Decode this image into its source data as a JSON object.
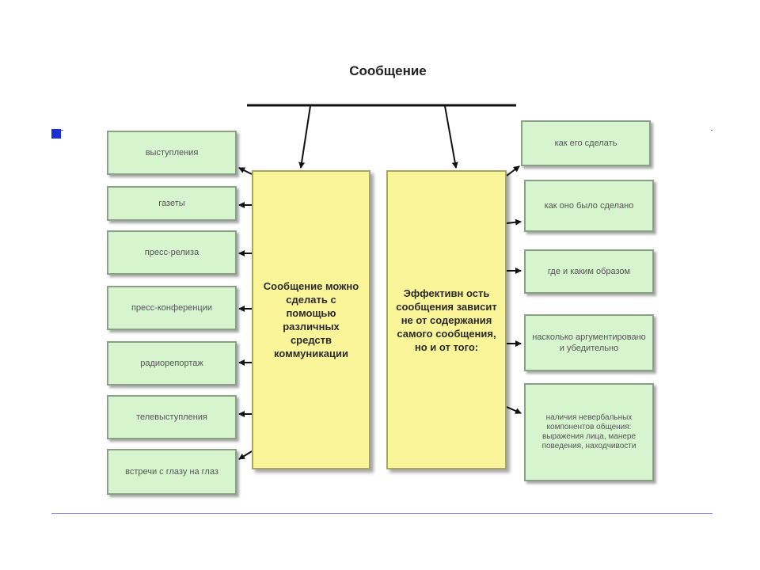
{
  "title": "Сообщение",
  "center_left": "Сообщение можно сделать с помощью различных средств коммуникации",
  "center_right": "Эффективн ость сообщения зависит не от содержания самого сообщения, но и от того:",
  "left_items": [
    "выступления",
    "газеты",
    "пресс-релиза",
    "пресс-конференции",
    "радиорепортаж",
    "телевыступления",
    "встречи с глазу на глаз"
  ],
  "right_items": [
    "как его сделать",
    "как оно было сделано",
    "где и каким образом",
    "насколько аргументировано и убедительно",
    "наличия невербальных компонентов общения: выражения лица, манере поведения, находчивости"
  ],
  "colors": {
    "box_green": "#d6f5cf",
    "box_yellow": "#fbf59a",
    "accent_blue": "#1a2fd6"
  }
}
